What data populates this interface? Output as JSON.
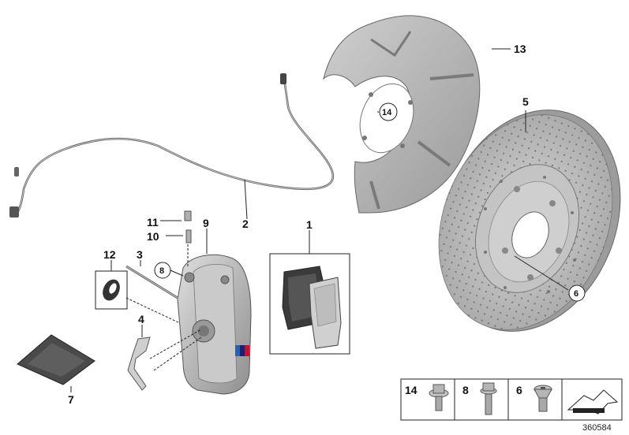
{
  "callouts": {
    "c1": "1",
    "c2": "2",
    "c3": "3",
    "c4": "4",
    "c5": "5",
    "c6": "6",
    "c7": "7",
    "c8": "8",
    "c9": "9",
    "c10": "10",
    "c11": "11",
    "c12": "12",
    "c13": "13",
    "c14": "14"
  },
  "legend": {
    "items": [
      {
        "number": "14",
        "part": "flange-bolt-icon"
      },
      {
        "number": "8",
        "part": "hex-bolt-icon"
      },
      {
        "number": "6",
        "part": "countersunk-screw-icon"
      }
    ],
    "direction_icon": "arrow-panel-icon"
  },
  "reference_number": "360584",
  "colors": {
    "part_gray": "#b8b8b8",
    "dark_gray": "#6e6e6e",
    "line": "#222222",
    "m_blue": "#2b5fb0",
    "m_red": "#c8102e"
  }
}
